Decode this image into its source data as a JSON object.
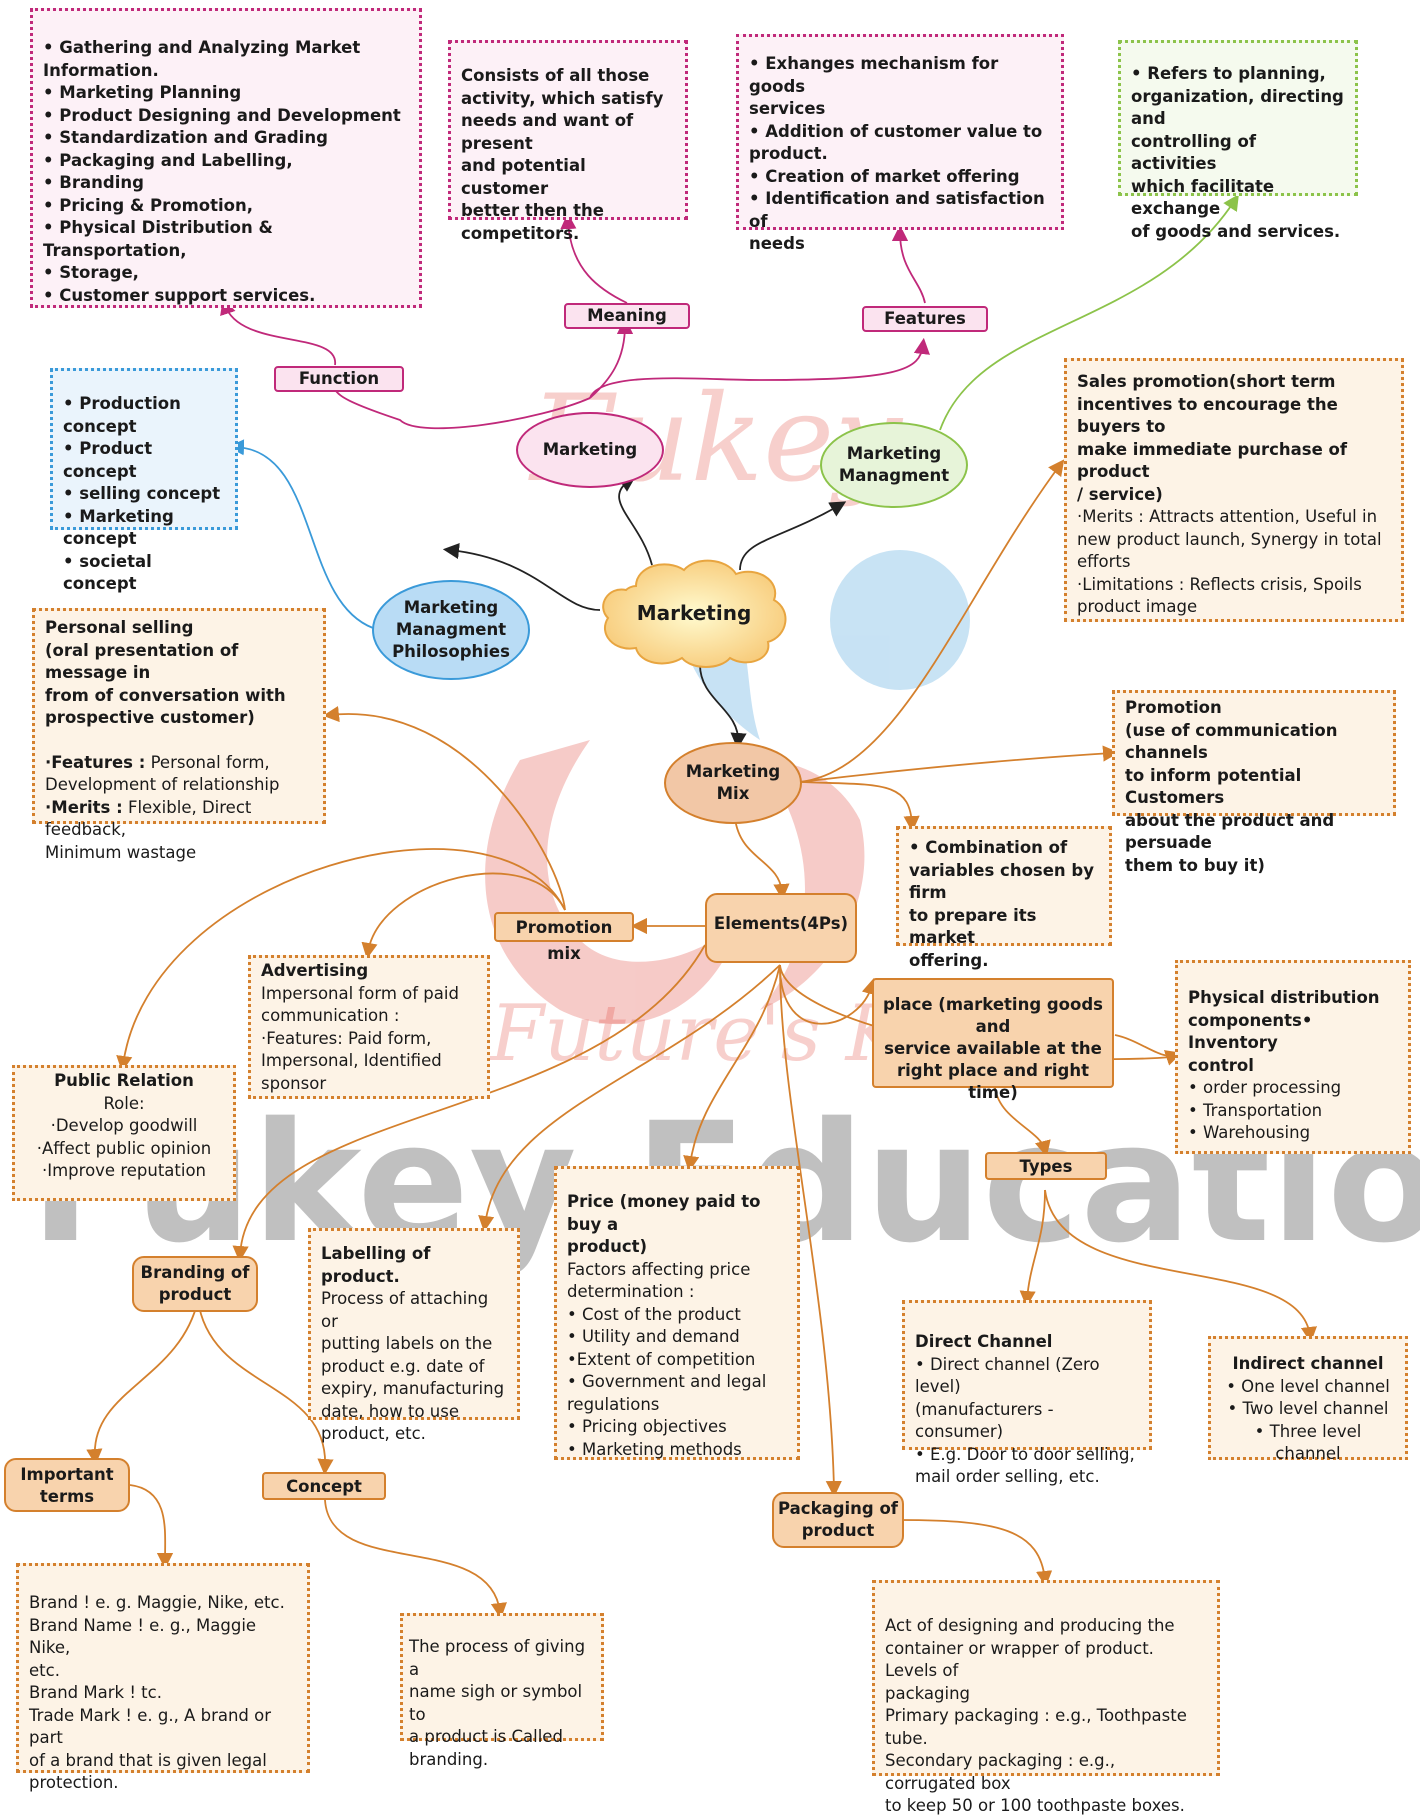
{
  "watermark": {
    "brand_top": "Fukey",
    "brand_script": "Future's Key",
    "brand_bottom": "Fukey Education"
  },
  "central": {
    "label": "Marketing"
  },
  "marketing_node": {
    "label": "Marketing"
  },
  "management_node": {
    "line1": "Marketing",
    "line2": "Managment"
  },
  "philosophies_node": {
    "line1": "Marketing",
    "line2": "Managment",
    "line3": "Philosophies"
  },
  "mix_node": {
    "line1": "Marketing",
    "line2": "Mix"
  },
  "labels": {
    "function": "Function",
    "meaning": "Meaning",
    "features": "Features",
    "promotion_mix": "Promotion mix",
    "elements": "Elements(4Ps)",
    "types": "Types",
    "branding_line1": "Branding of",
    "branding_line2": "product",
    "important_line1": "Important",
    "important_line2": "terms",
    "concept": "Concept",
    "packaging_line1": "Packaging of",
    "packaging_line2": "product",
    "place_line1": "place (marketing goods and",
    "place_line2": "service available at the",
    "place_line3": "right place and right time)"
  },
  "function_box": {
    "lines": [
      "• Gathering and Analyzing Market",
      "Information.",
      "• Marketing Planning",
      "• Product Designing and Development",
      "• Standardization and Grading",
      "• Packaging and Labelling,",
      "• Branding",
      "• Pricing & Promotion,",
      "• Physical Distribution & Transportation,",
      "• Storage,",
      "• Customer support services."
    ]
  },
  "meaning_box": {
    "lines": [
      "Consists of all those",
      "activity, which satisfy",
      "needs and want of present",
      "and potential customer",
      "better then the",
      "competitors."
    ]
  },
  "features_box": {
    "lines": [
      "• Exhanges mechanism for goods",
      "services",
      "• Addition of customer value to",
      "product.",
      "• Creation of market offering",
      "• Identification and satisfaction of",
      "needs"
    ]
  },
  "management_box": {
    "lines": [
      "• Refers to planning,",
      "organization, directing and",
      "controlling of activities",
      "which facilitate exchange",
      "of goods and services."
    ]
  },
  "philosophies_box": {
    "lines": [
      "• Production concept",
      "• Product concept",
      "• selling concept",
      "• Marketing concept",
      "• societal concept"
    ]
  },
  "sales_promotion_box": {
    "bold_lines": [
      "Sales promotion(short term",
      "incentives to encourage the buyers to",
      "make immediate purchase of product",
      "/ service)"
    ],
    "lines": [
      "·Merits : Attracts attention,  Useful in",
      "new product launch, Synergy in total",
      "efforts",
      "·Limitations : Reflects crisis,  Spoils",
      "product image"
    ]
  },
  "personal_selling_box": {
    "bold_lines": [
      "Personal selling",
      "(oral presentation of message in",
      "from of conversation with",
      "prospective customer)"
    ],
    "features_key": "·Features :",
    "features_val": " Personal form,",
    "features_cont": "Development of relationship",
    "merits_key": "·Merits :",
    "merits_val": " Flexible, Direct feedback,",
    "merits_cont": "Minimum   wastage"
  },
  "promotion_box": {
    "lines": [
      "Promotion",
      "(use of communication channels",
      "to inform potential Customers",
      "about the product and persuade",
      "them to buy it)"
    ]
  },
  "combination_box": {
    "lines": [
      "• Combination of",
      "variables chosen by firm",
      "to prepare its market",
      "offering."
    ]
  },
  "advertising_box": {
    "title": "Advertising",
    "lines": [
      "Impersonal form of paid",
      "communication :",
      "·Features: Paid form,",
      "Impersonal, Identified",
      "sponsor"
    ]
  },
  "public_relation_box": {
    "title": "Public Relation",
    "lines": [
      "Role:",
      "·Develop   goodwill",
      "·Affect public   opinion",
      "·Improve   reputation"
    ]
  },
  "physical_distribution_box": {
    "bold_lines": [
      "Physical distribution",
      "components• Inventory",
      "control"
    ],
    "lines": [
      "• order processing",
      "• Transportation",
      "• Warehousing"
    ]
  },
  "labelling_box": {
    "title": "Labelling of product.",
    "lines": [
      "Process of attaching or",
      "putting labels on the",
      "product e.g. date of",
      "expiry, manufacturing",
      "date, how to use",
      "product, etc."
    ]
  },
  "price_box": {
    "bold_lines": [
      "Price (money paid to buy a",
      "product)"
    ],
    "lines": [
      "Factors affecting price",
      "determination :",
      "• Cost of the product",
      "• Utility and demand",
      "•Extent of competition",
      "• Government and legal",
      "regulations",
      "• Pricing objectives",
      "• Marketing methods"
    ]
  },
  "direct_box": {
    "title": "Direct Channel",
    "lines": [
      "• Direct channel (Zero level)",
      "(manufacturers - consumer)",
      "• E.g. Door to door selling,",
      "mail order selling, etc."
    ]
  },
  "indirect_box": {
    "title": "Indirect channel",
    "lines": [
      "• One level channel",
      "• Two level channel",
      "• Three level channel"
    ]
  },
  "important_terms_box": {
    "lines": [
      "Brand ! e. g. Maggie, Nike, etc.",
      "Brand Name ! e. g., Maggie Nike,",
      "etc.",
      "Brand Mark !  tc.",
      "Trade Mark ! e. g., A brand or part",
      "of a brand that is given legal",
      "protection."
    ]
  },
  "concept_box": {
    "lines": [
      "The process of giving a",
      "name sigh or symbol to",
      "a product is Called",
      "branding."
    ]
  },
  "packaging_box": {
    "lines": [
      "Act of designing and producing the",
      "container or wrapper of product. Levels of",
      "packaging",
      "Primary packaging : e.g., Toothpaste tube.",
      "Secondary packaging : e.g., corrugated box",
      "to keep 50 or 100 toothpaste boxes."
    ]
  },
  "colors": {
    "pink": "#c0297a",
    "blue": "#3a9ad9",
    "green": "#8cc34a",
    "orange": "#d4802d",
    "black": "#222222"
  }
}
